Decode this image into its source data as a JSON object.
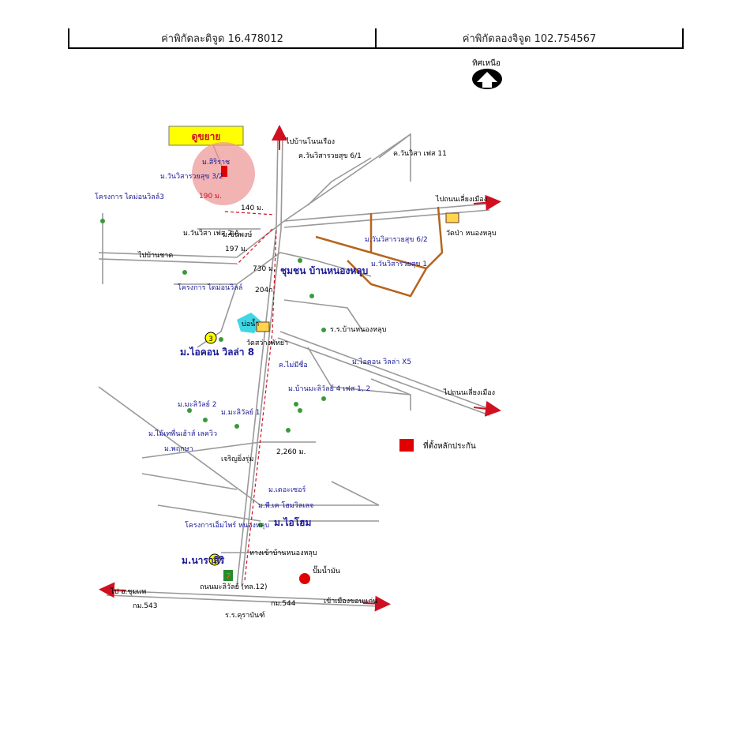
{
  "coordinates": {
    "lat_label": "ค่าพิกัดละติจูด 16.478012",
    "lon_label": "ค่าพิกัดลองจิจูด 102.754567"
  },
  "north_label": "ทิศเหนือ",
  "zoom_label": "ดูขยาย",
  "legend": {
    "label": "ที่ตั้งหลักประกัน",
    "color": "#e00000"
  },
  "places": {
    "m_siriraj": "ม.สิริราช",
    "m_wanwisa_32": "ม.วันวิสารวยสุข 3/2",
    "dist_190": "190 ม.",
    "dist_140": "140 ม.",
    "dist_730": "730 ม.",
    "dist_2260": "2,260 ม.",
    "to_nonruang": "ไปบ้านโนนเรือง",
    "k_wanwisa_61": "ค.วันวิสารวยสุข 6/1",
    "k_wanwisa_11": "ค.วันวิสา เฟส 11",
    "project_home3": "โครงการ ไดม่อนวิลล์3",
    "to_nonmueang": "ไปถนนเลี่ยงเมือง",
    "wat_pa": "วัดป่า หนองหลุบ",
    "m_wanwisa_fas2a": "ม.วันวิสา เฟส 2 A",
    "m_chinphat": "ม.ชินพงษ์",
    "house_197": "197 ม.",
    "m_wanwisa_62": "ม.วันวิสารวยสุข 6/2",
    "to_banchat": "ไปบ้านชาด",
    "m_wanwisa_1": "ม.วันวิสารวยสุข 1",
    "community": "ชุมชน บ้านหนองหลุบ",
    "project_diamond": "โครงการ ไดม่อนวิลล์",
    "road_204": "204ก",
    "pond": "บ่อน้ำ",
    "wat_sawang": "วัดสว่างพัทยา",
    "school_nonglub": "ร.ร.บ้านหนองหลุบ",
    "marker_3": "3",
    "m_icon_villa8": "ม.ไอคอน วิลล่า 8",
    "m_icon_villax5": "ม.ไอคอน วิลล่า X5",
    "k_maimi": "ค.ไม่มีชื่อ",
    "m_manawin": "ม.บ้านมะลิวัลย์ 4 เฟส 1, 2",
    "to_bypass": "ไปถนนเลี่ยงเมือง",
    "m_mali2": "ม.มะลิวัลย์ 2",
    "m_mali1": "ม.มะลิวัลย์ 1",
    "m_mainbest": "ม.ไม้เทพื่นเฮ้าส์ เลควิว",
    "m_phrueksa": "ม.พฤกษา",
    "charoen": "เจริญยิ่งรุ่ม",
    "m_decor": "ม.เดอะเซอร์",
    "m_pk": "ม.พี.เค โฮมวิลเลจ",
    "project_green": "โครงการเอ็มไพร์ หนองหลุบ",
    "m_ihome": "ม.ไอโฮม",
    "m_narasiri": "ม.นาราสิริ",
    "marker_1": "1",
    "junction": "ทางเข้าบ้านหนองหลุบ",
    "gas": "ปั๊มน้ำมัน",
    "road_mali": "ถนนมะลิวัลย์ (ทล.12)",
    "to_chumphae": "ไป อ.ชุมแพ",
    "to_khonkaen": "เข้าเมืองขอนแก่น",
    "km543": "กม.543",
    "km544": "กม.544",
    "school_kura": "ร.ร.คุราบันฑ์"
  }
}
